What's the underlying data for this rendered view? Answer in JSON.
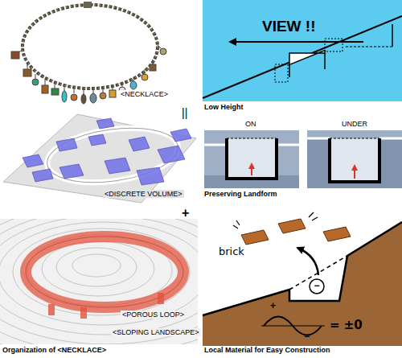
{
  "diagram": {
    "labels": [
      "<NECKLACE>",
      "||",
      "<DISCRETE VOLUME>",
      "+",
      "<POROUS LOOP>",
      "<SLOPING LANDSCAPE>",
      "Organization of <NECKLACE>",
      "VIEW !!",
      "Low Height",
      "ON",
      "UNDER",
      "Preserving Landform",
      "brick",
      "−",
      "+",
      "−",
      "= ±0",
      "Local Material for Easy Construction"
    ]
  }
}
